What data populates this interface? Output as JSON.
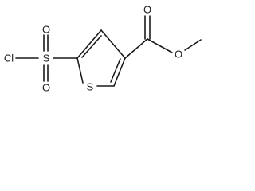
{
  "molecule": {
    "atoms": {
      "chlorine": "Cl",
      "sulfonyl_sulfur": "S",
      "sulfonyl_oxygen_top": "O",
      "sulfonyl_oxygen_bottom": "O",
      "ring_sulfur": "S",
      "carbonyl_oxygen": "O",
      "ester_oxygen": "O"
    }
  }
}
